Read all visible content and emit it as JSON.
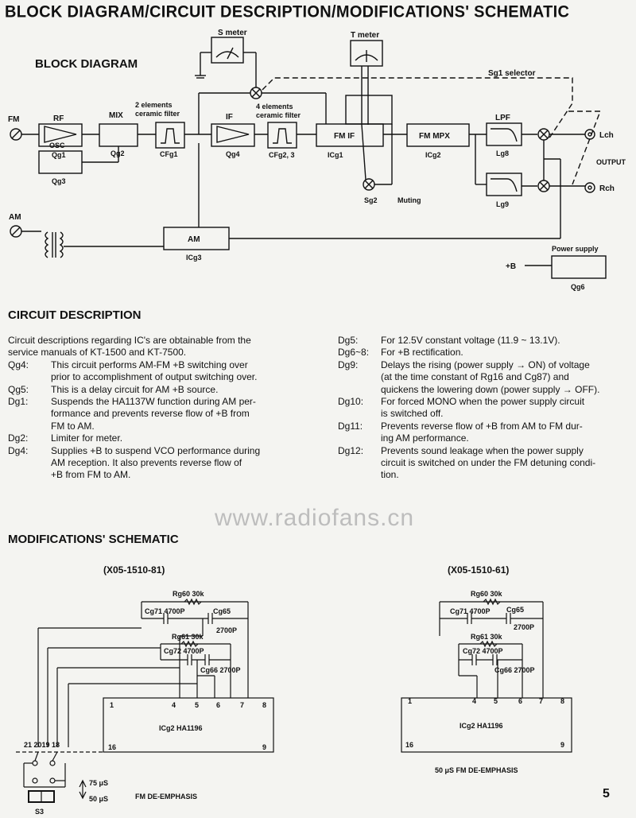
{
  "page": {
    "title": "BLOCK DIAGRAM/CIRCUIT DESCRIPTION/MODIFICATIONS' SCHEMATIC",
    "page_number": "5",
    "watermark": "www.radiofans.cn"
  },
  "block_diagram": {
    "heading": "BLOCK DIAGRAM",
    "labels": {
      "s_meter": "S meter",
      "t_meter": "T meter",
      "sg1_selector": "Sg1 selector",
      "fm": "FM",
      "rf": "RF",
      "qg1": "Qg1",
      "mix": "MIX",
      "qg2": "Qg2",
      "ceramic2_l1": "2 elements",
      "ceramic2_l2": "ceramic filter",
      "cfg1": "CFg1",
      "if": "IF",
      "qg4": "Qg4",
      "ceramic4_l1": "4 elements",
      "ceramic4_l2": "ceramic filter",
      "cfg23": "CFg2, 3",
      "fm_if": "FM IF",
      "icg1": "ICg1",
      "fm_mpx": "FM MPX",
      "icg2": "ICg2",
      "lpf": "LPF",
      "lg8": "Lg8",
      "lg9": "Lg9",
      "lch": "Lch",
      "rch": "Rch",
      "output": "OUTPUT",
      "osc": "OSC",
      "qg3": "Qg3",
      "sg2": "Sg2",
      "muting": "Muting",
      "am_input": "AM",
      "am_block": "AM",
      "icg3": "ICg3",
      "power_supply": "Power supply",
      "plus_b": "+B",
      "qg6": "Qg6"
    }
  },
  "circuit_description": {
    "heading": "CIRCUIT DESCRIPTION",
    "intro": [
      "Circuit descriptions regarding IC's are obtainable from the",
      "service manuals of KT-1500 and KT-7500."
    ],
    "left": [
      {
        "key": "Qg4:",
        "lines": [
          "This circuit performs AM-FM +B switching over",
          "prior to accomplishment of output switching over."
        ]
      },
      {
        "key": "Qg5:",
        "lines": [
          "This is a delay circuit for AM +B source."
        ]
      },
      {
        "key": "Dg1:",
        "lines": [
          "Suspends the HA1137W function during AM per-",
          "formance and prevents reverse flow of +B from",
          "FM to AM."
        ]
      },
      {
        "key": "Dg2:",
        "lines": [
          "Limiter for meter."
        ]
      },
      {
        "key": "Dg4:",
        "lines": [
          "Supplies +B to suspend VCO performance during",
          "AM reception. It also prevents reverse flow of",
          "+B from FM to AM."
        ]
      }
    ],
    "right": [
      {
        "key": "Dg5:",
        "lines": [
          "For 12.5V constant voltage (11.9 ~ 13.1V)."
        ]
      },
      {
        "key": "Dg6~8:",
        "lines": [
          "For +B rectification."
        ]
      },
      {
        "key": "Dg9:",
        "lines": [
          "Delays the rising (power supply → ON) of voltage",
          "(at the time constant of Rg16 and Cg87) and",
          "quickens the lowering down (power supply → OFF)."
        ]
      },
      {
        "key": "Dg10:",
        "lines": [
          "For forced MONO when the power supply circuit",
          "is switched off."
        ]
      },
      {
        "key": "Dg11:",
        "lines": [
          "Prevents reverse flow of +B from AM to FM dur-",
          "ing AM performance."
        ]
      },
      {
        "key": "Dg12:",
        "lines": [
          "Prevents sound leakage when the power supply",
          "circuit is switched on under the FM detuning condi-",
          "tion."
        ]
      }
    ]
  },
  "modifications": {
    "heading": "MODIFICATIONS' SCHEMATIC",
    "left": {
      "model": "(X05-1510-81)",
      "rg60": "Rg60 30k",
      "cg71": "Cg71 4700P",
      "cg65": "Cg65",
      "c2700a": "2700P",
      "rg61": "Rg61 30k",
      "cg72": "Cg72 4700P",
      "cg66": "Cg66 2700P",
      "pins_top": [
        "1",
        "4",
        "5",
        "6",
        "7",
        "8"
      ],
      "pins_bottom": [
        "16",
        "9"
      ],
      "ic": "ICg2 HA1196",
      "switch_pins": "21 2019 18",
      "t75": "75 μS",
      "t50": "50 μS",
      "s3": "S3",
      "caption": "FM DE-EMPHASIS"
    },
    "right": {
      "model": "(X05-1510-61)",
      "rg60": "Rg60 30k",
      "cg71": "Cg71 4700P",
      "cg65": "Cg65",
      "c2700a": "2700P",
      "rg61": "Rg61 30k",
      "cg72": "Cg72 4700P",
      "cg66": "Cg66 2700P",
      "pins_top": [
        "1",
        "4",
        "5",
        "6",
        "7",
        "8"
      ],
      "pins_bottom": [
        "16",
        "9"
      ],
      "ic": "ICg2 HA1196",
      "caption": "50 μS FM DE-EMPHASIS"
    }
  }
}
